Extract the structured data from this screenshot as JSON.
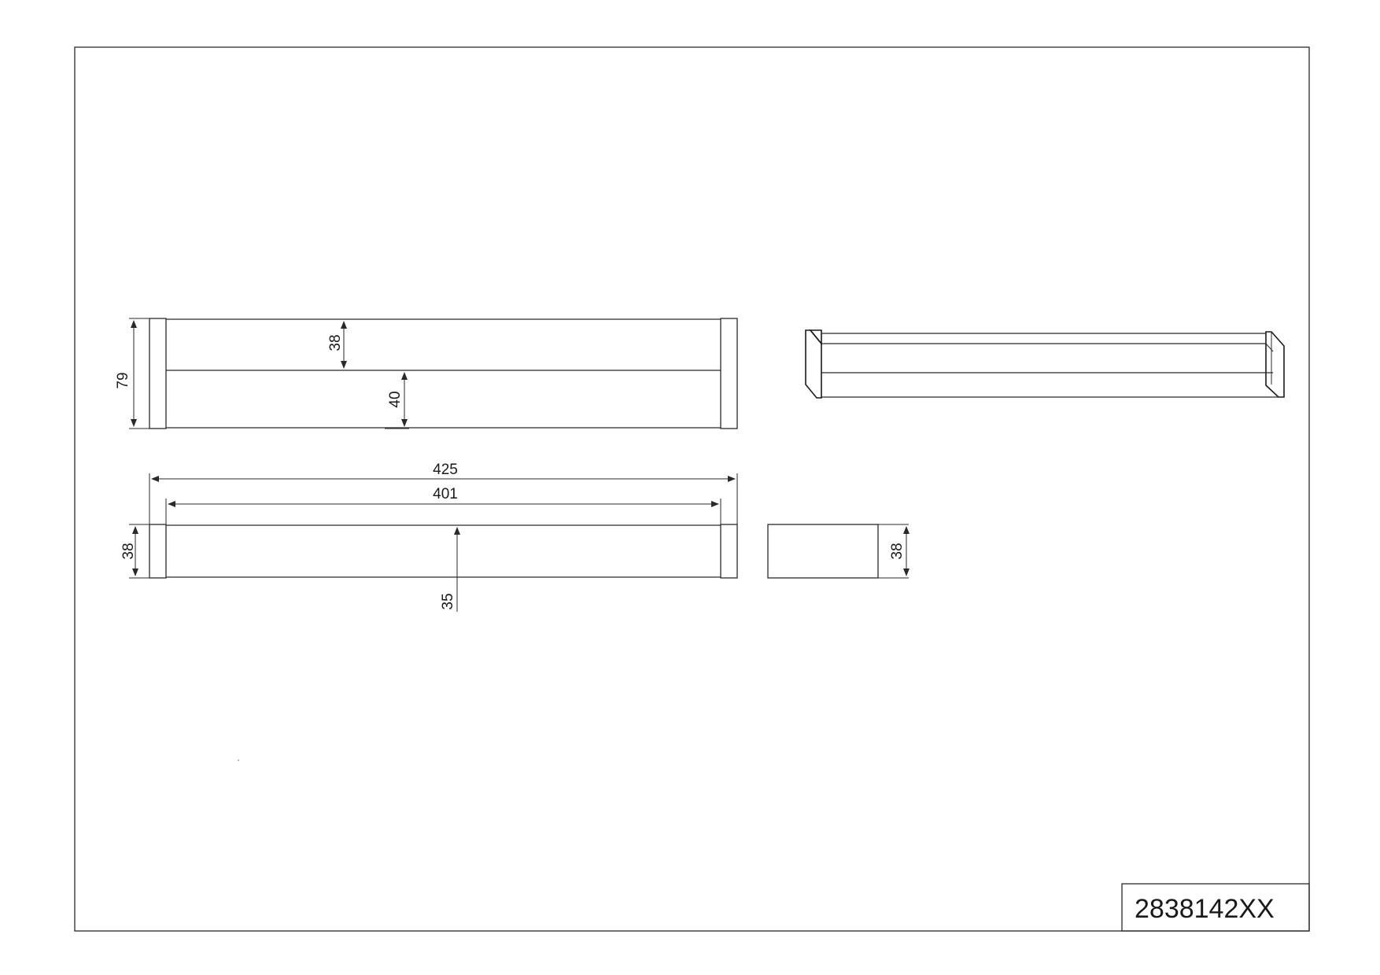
{
  "drawing": {
    "part_number": "2838142XX",
    "front_view": {
      "height_total": "79",
      "upper_section": "38",
      "lower_section": "40"
    },
    "top_view": {
      "overall_length": "425",
      "inner_length": "401",
      "depth": "38",
      "mount_offset": "35"
    },
    "side_view": {
      "depth": "38"
    }
  }
}
